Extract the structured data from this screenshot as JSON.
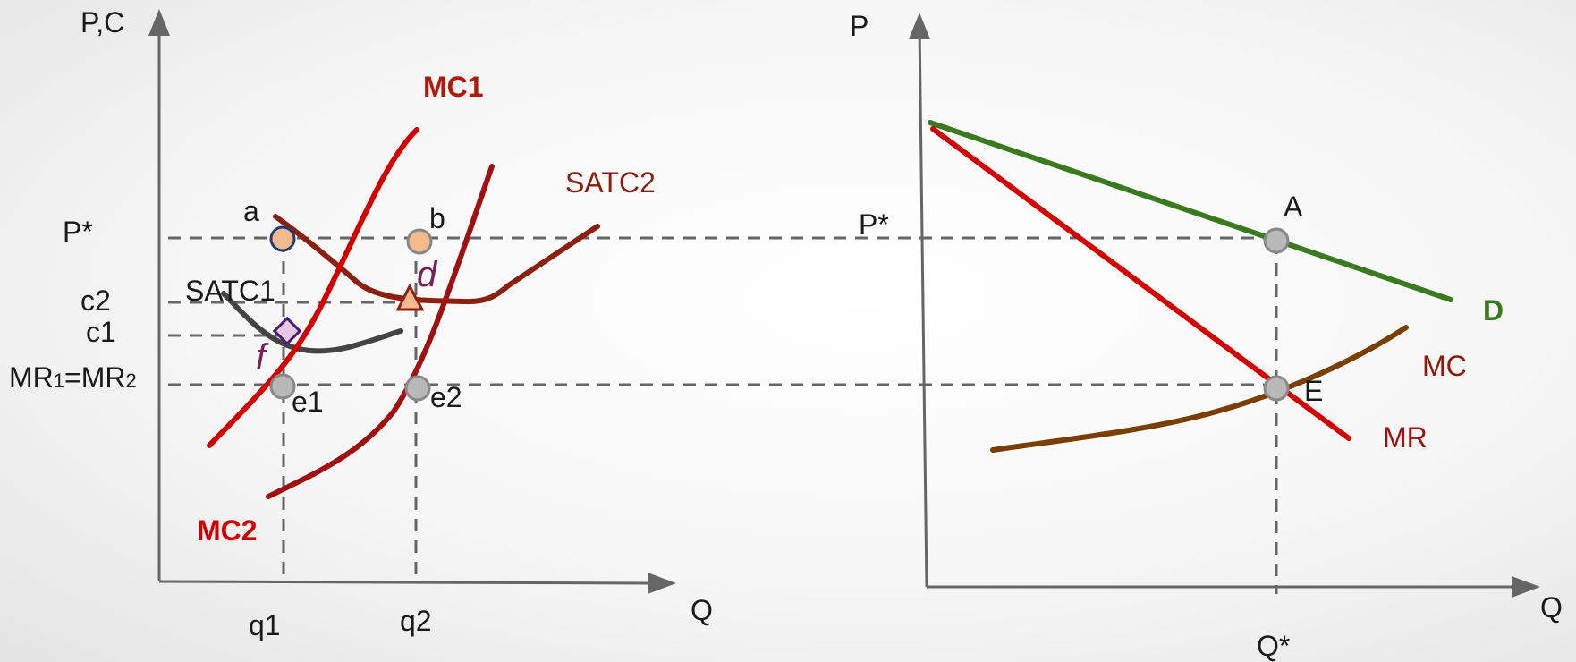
{
  "left_panel": {
    "y_axis_label": "P,C",
    "x_axis_label": "Q",
    "price_label": "P*",
    "c2_label": "c2",
    "c1_label": "c1",
    "mr_label_main1": "MR",
    "mr_label_sub1": "1",
    "mr_label_eq": "=MR",
    "mr_label_sub2": "2",
    "q1_label": "q1",
    "q2_label": "q2",
    "curve_mc1": "MC1",
    "curve_mc2": "MC2",
    "curve_satc1": "SATC1",
    "curve_satc2": "SATC2",
    "point_a": "a",
    "point_b": "b",
    "point_d": "d",
    "point_f": "f",
    "point_e1": "e1",
    "point_e2": "e2"
  },
  "right_panel": {
    "y_axis_label": "P",
    "x_axis_label": "Q",
    "price_label": "P*",
    "quantity_label": "Q*",
    "curve_d": "D",
    "curve_mc": "MC",
    "curve_mr": "MR",
    "point_a": "A",
    "point_e": "E"
  },
  "colors": {
    "mc1": "#d40000",
    "mc2": "#a01010",
    "satc1": "#444444",
    "satc2": "#8b2010",
    "demand": "#3a7a1e",
    "mc_market": "#7a3e00",
    "mr_market": "#d40000",
    "mc_label": "#8b1a0a",
    "point_peach": "#f4b98c",
    "point_gray": "#b8b8b8",
    "point_pink": "#e8c8e0",
    "label_purple": "#7a2055"
  }
}
